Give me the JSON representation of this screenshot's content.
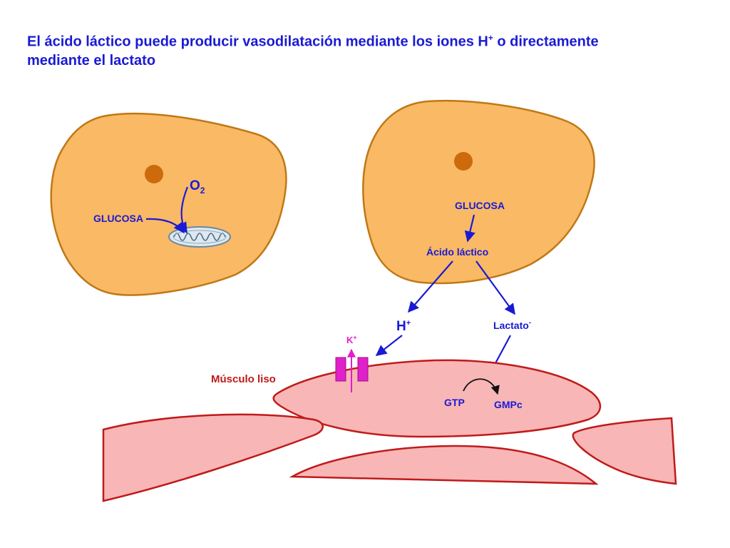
{
  "title": {
    "line1": "El ácido láctico puede producir vasodilatación mediante los iones H",
    "line1_sup": "+",
    "line1_end": " o directamente",
    "line2": "mediante el lactato"
  },
  "cell_left": {
    "oxygen_label": "O",
    "oxygen_subscript": "2",
    "glucose_label": "GLUCOSA"
  },
  "cell_right": {
    "glucose_label": "GLUCOSA",
    "lactic_acid_label": "Ácido láctico"
  },
  "ions": {
    "hydrogen_label": "H",
    "hydrogen_charge": "+",
    "lactate_label": "Lactato",
    "lactate_charge": "-",
    "potassium_label": "K",
    "potassium_charge": "+"
  },
  "muscle": {
    "label": "Músculo liso",
    "gtp_label": "GTP",
    "gmpc_label": "GMPc"
  },
  "colors": {
    "title_blue": "#1a1ad4",
    "cell_fill": "#f9b965",
    "cell_stroke": "#c07815",
    "nucleus": "#cc6a0c",
    "muscle_fill": "#f8b6b6",
    "muscle_stroke": "#c01a1a",
    "channel_magenta": "#e020c8",
    "arrow_blue": "#1a1ad4"
  }
}
